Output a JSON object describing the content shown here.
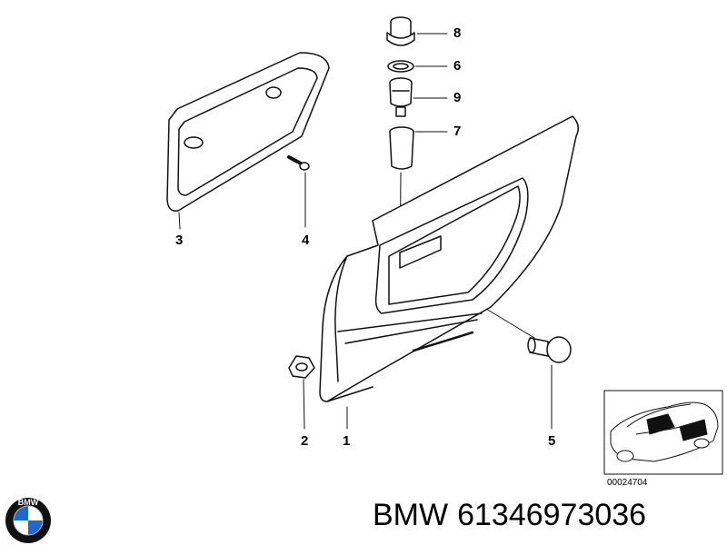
{
  "callouts": [
    "8",
    "6",
    "9",
    "7",
    "3",
    "4",
    "1",
    "2",
    "5"
  ],
  "inset": {
    "id": "00024704"
  },
  "caption": {
    "brand": "BMW",
    "part_number": "61346973036"
  },
  "logo": {
    "text": "BMW",
    "colors": {
      "blue": "#1c69d4",
      "ring": "#111111",
      "white": "#ffffff"
    }
  },
  "colors": {
    "line": "#111111",
    "background": "#ffffff"
  }
}
